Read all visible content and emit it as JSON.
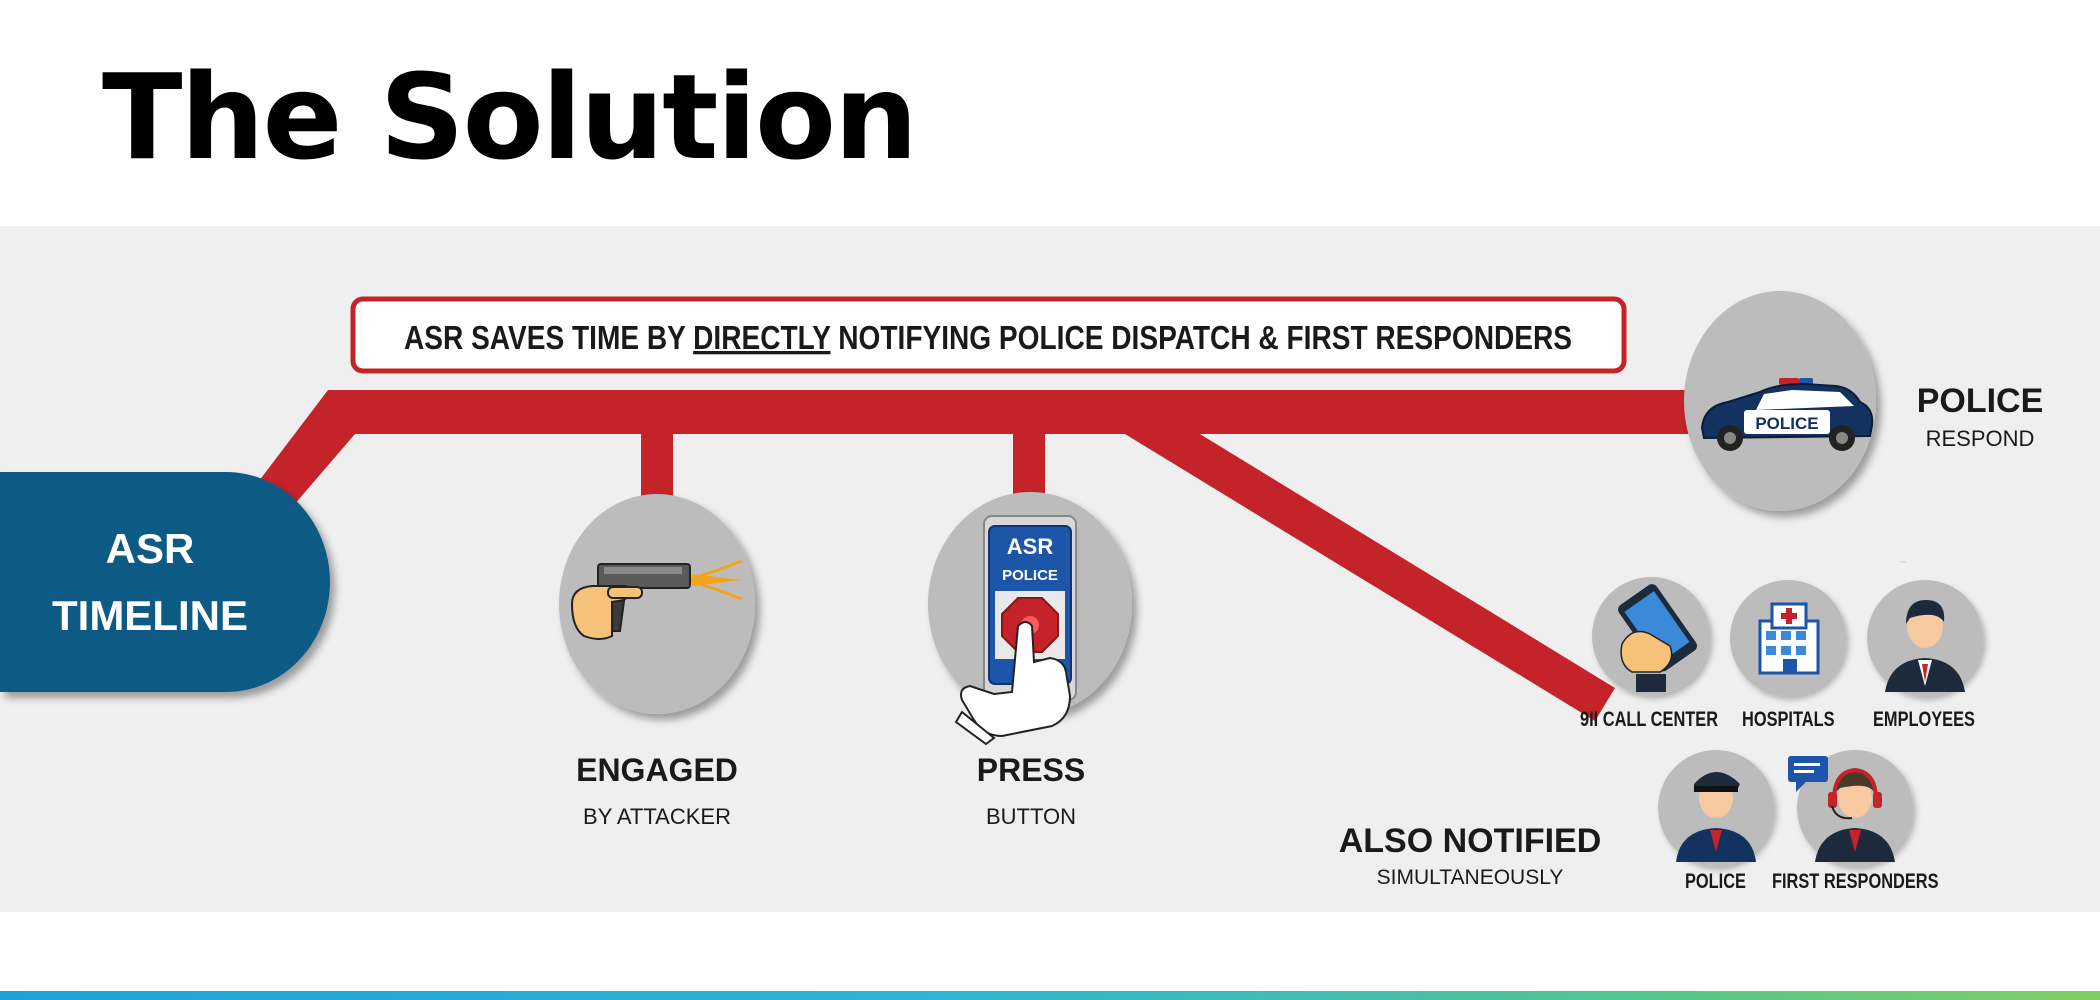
{
  "title": "The Solution",
  "banner": {
    "before": "ASR SAVES TIME BY ",
    "emph": "DIRECTLY",
    "after": " NOTIFYING POLICE DISPATCH & FIRST RESPONDERS"
  },
  "timeline_tab": {
    "line1": "ASR",
    "line2": "TIMELINE"
  },
  "steps": {
    "engaged": {
      "title": "ENGAGED",
      "sub": "BY ATTACKER"
    },
    "press": {
      "title": "PRESS",
      "sub": "BUTTON"
    },
    "police": {
      "title": "POLICE",
      "sub": "RESPOND"
    }
  },
  "device": {
    "brand": "ASR",
    "label": "POLICE"
  },
  "police_car": {
    "label": "POLICE"
  },
  "also_notified": {
    "title": "ALSO NOTIFIED",
    "sub": "SIMULTANEOUSLY",
    "labels": {
      "call_center": "9II CALL CENTER",
      "hospitals": "HOSPITALS",
      "employees": "EMPLOYEES",
      "police": "POLICE",
      "first_responders": "FIRST RESPONDERS"
    }
  },
  "colors": {
    "red": "#c4232a",
    "navy": "#0f5a85",
    "circle": "#bcbcbc",
    "panel": "#efefef"
  }
}
